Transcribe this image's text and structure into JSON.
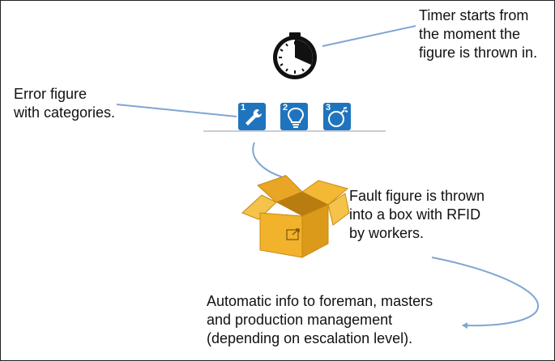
{
  "texts": {
    "timer": [
      "Timer starts from",
      "the moment the",
      "figure is thrown in."
    ],
    "error": [
      "Error figure",
      "with categories."
    ],
    "fault": [
      "Fault figure is thrown",
      "into a box with RFID",
      "by workers."
    ],
    "automatic": [
      "Automatic info to foreman, masters",
      "and production management",
      "(depending on escalation level)."
    ]
  },
  "categories": [
    {
      "number": "1",
      "icon": "wrench-icon"
    },
    {
      "number": "2",
      "icon": "lightbulb-icon"
    },
    {
      "number": "3",
      "icon": "bomb-icon"
    }
  ],
  "icons": {
    "timer": "stopwatch-icon",
    "box": "open-box-icon"
  },
  "colors": {
    "arrow": "#7fa6d2",
    "category_bg": "#1f74bd",
    "box": "#f0b12a",
    "box_dark": "#d9951a",
    "timer": "#111111"
  }
}
